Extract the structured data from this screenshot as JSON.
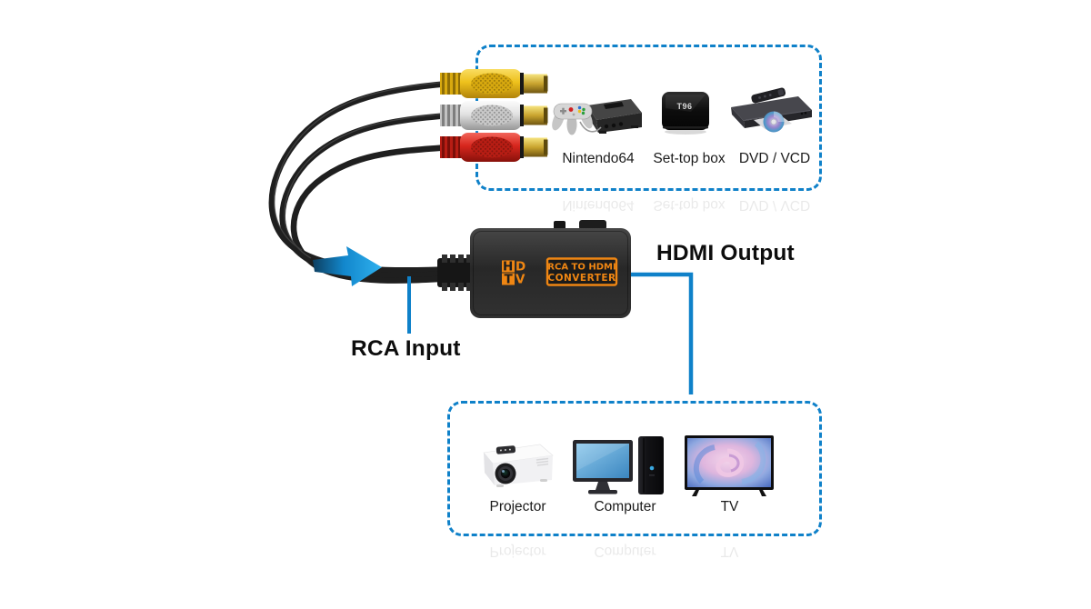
{
  "annotations": {
    "hdmi_output": "HDMI Output",
    "rca_input": "RCA Input"
  },
  "converter": {
    "logo_h": "H",
    "logo_d": "D",
    "logo_t": "T",
    "logo_v": "V",
    "label_line1": "RCA TO HDMI",
    "label_line2": "CONVERTER",
    "accent_color": "#ef8613"
  },
  "source_box": {
    "items": [
      {
        "name": "nintendo64",
        "icon": "n64-console-icon",
        "label": "Nintendo64"
      },
      {
        "name": "set-top-box",
        "icon": "set-top-box-icon",
        "label": "Set-top box",
        "badge": "T96"
      },
      {
        "name": "dvd-player",
        "icon": "dvd-player-icon",
        "label": "DVD / VCD"
      }
    ]
  },
  "output_box": {
    "items": [
      {
        "name": "projector",
        "icon": "projector-icon",
        "label": "Projector"
      },
      {
        "name": "computer",
        "icon": "computer-icon",
        "label": "Computer"
      },
      {
        "name": "tv",
        "icon": "tv-icon",
        "label": "TV"
      }
    ]
  },
  "colors": {
    "callout_blue": "#0f81c9",
    "arrow_blue": "#1b9de0",
    "rca_yellow": "#eec11c",
    "rca_white": "#e9e9e9",
    "rca_red": "#d7261d",
    "converter_body": "#2b2b2b"
  }
}
